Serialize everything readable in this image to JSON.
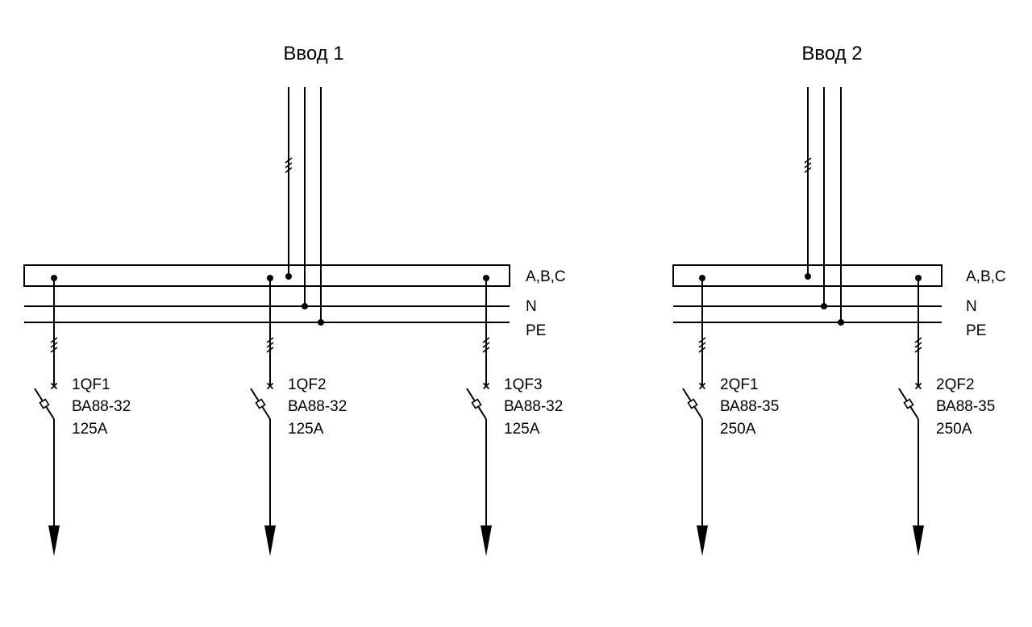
{
  "inputs": [
    {
      "title": "Ввод 1",
      "bus_labels": [
        "A,B,C",
        "N",
        "PE"
      ],
      "breakers": [
        {
          "id": "1QF1",
          "model": "ВА88-32",
          "rating": "125А"
        },
        {
          "id": "1QF2",
          "model": "ВА88-32",
          "rating": "125А"
        },
        {
          "id": "1QF3",
          "model": "ВА88-32",
          "rating": "125А"
        }
      ]
    },
    {
      "title": "Ввод 2",
      "bus_labels": [
        "A,B,C",
        "N",
        "PE"
      ],
      "breakers": [
        {
          "id": "2QF1",
          "model": "ВА88-35",
          "rating": "250А"
        },
        {
          "id": "2QF2",
          "model": "ВА88-35",
          "rating": "250А"
        }
      ]
    }
  ]
}
